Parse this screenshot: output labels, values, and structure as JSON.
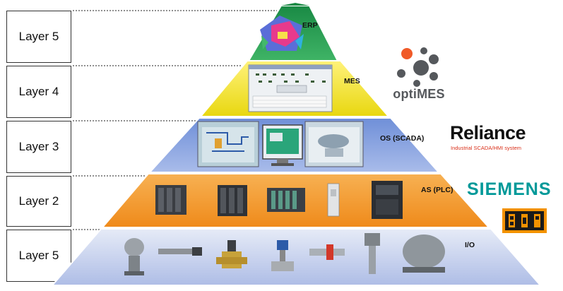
{
  "layers": [
    {
      "label": "Layer 5"
    },
    {
      "label": "Layer 4"
    },
    {
      "label": "Layer 3"
    },
    {
      "label": "Layer 2"
    },
    {
      "label": "Layer 5"
    }
  ],
  "tiers": [
    {
      "label": "ERP",
      "color": "#2f9a56"
    },
    {
      "label": "MES",
      "color": "#f3ea2a"
    },
    {
      "label": "OS (SCADA)",
      "color": "#8fa8e0"
    },
    {
      "label": "AS (PLC)",
      "color": "#f39a2c"
    },
    {
      "label": "I/O",
      "color": "#c9d4ef"
    }
  ],
  "logos": {
    "optimes": "optiMES",
    "reliance_name": "Reliance",
    "reliance_sub": "Industrial SCADA/HMI system",
    "siemens": "SIEMENS",
    "br": "B&R"
  }
}
